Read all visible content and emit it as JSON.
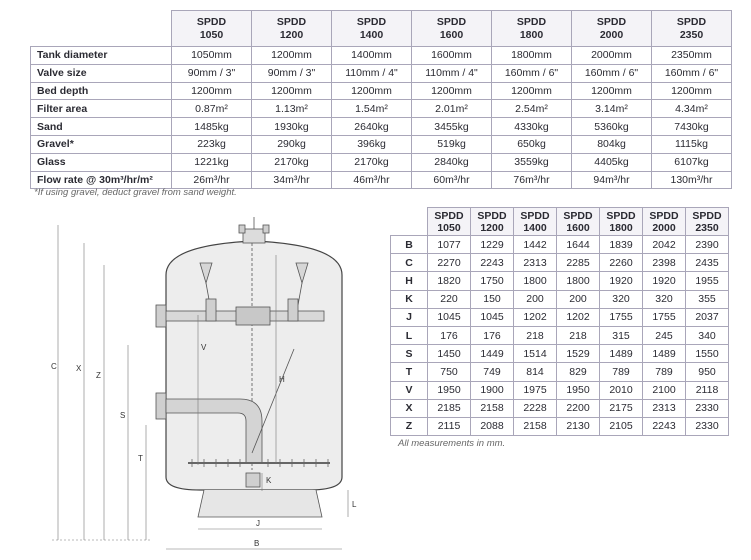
{
  "spec_table": {
    "columns": [
      {
        "l1": "SPDD",
        "l2": "1050"
      },
      {
        "l1": "SPDD",
        "l2": "1200"
      },
      {
        "l1": "SPDD",
        "l2": "1400"
      },
      {
        "l1": "SPDD",
        "l2": "1600"
      },
      {
        "l1": "SPDD",
        "l2": "1800"
      },
      {
        "l1": "SPDD",
        "l2": "2000"
      },
      {
        "l1": "SPDD",
        "l2": "2350"
      }
    ],
    "rows": [
      {
        "label": "Tank diameter",
        "values": [
          "1050mm",
          "1200mm",
          "1400mm",
          "1600mm",
          "1800mm",
          "2000mm",
          "2350mm"
        ]
      },
      {
        "label": "Valve size",
        "values": [
          "90mm / 3\"",
          "90mm / 3\"",
          "110mm / 4\"",
          "110mm / 4\"",
          "160mm / 6\"",
          "160mm / 6\"",
          "160mm / 6\""
        ]
      },
      {
        "label": "Bed depth",
        "values": [
          "1200mm",
          "1200mm",
          "1200mm",
          "1200mm",
          "1200mm",
          "1200mm",
          "1200mm"
        ]
      },
      {
        "label": "Filter area",
        "values": [
          "0.87m²",
          "1.13m²",
          "1.54m²",
          "2.01m²",
          "2.54m²",
          "3.14m²",
          "4.34m²"
        ]
      },
      {
        "label": "Sand",
        "values": [
          "1485kg",
          "1930kg",
          "2640kg",
          "3455kg",
          "4330kg",
          "5360kg",
          "7430kg"
        ]
      },
      {
        "label": "Gravel*",
        "values": [
          "223kg",
          "290kg",
          "396kg",
          "519kg",
          "650kg",
          "804kg",
          "1115kg"
        ]
      },
      {
        "label": "Glass",
        "values": [
          "1221kg",
          "2170kg",
          "2170kg",
          "2840kg",
          "3559kg",
          "4405kg",
          "6107kg"
        ]
      },
      {
        "label": "Flow rate @ 30m³/hr/m²",
        "values": [
          "26m³/hr",
          "34m³/hr",
          "46m³/hr",
          "60m³/hr",
          "76m³/hr",
          "94m³/hr",
          "130m³/hr"
        ]
      }
    ],
    "footnote": "*If using gravel, deduct gravel from sand weight."
  },
  "dims_table": {
    "columns": [
      {
        "l1": "SPDD",
        "l2": "1050"
      },
      {
        "l1": "SPDD",
        "l2": "1200"
      },
      {
        "l1": "SPDD",
        "l2": "1400"
      },
      {
        "l1": "SPDD",
        "l2": "1600"
      },
      {
        "l1": "SPDD",
        "l2": "1800"
      },
      {
        "l1": "SPDD",
        "l2": "2000"
      },
      {
        "l1": "SPDD",
        "l2": "2350"
      }
    ],
    "rows": [
      {
        "key": "B",
        "values": [
          "1077",
          "1229",
          "1442",
          "1644",
          "1839",
          "2042",
          "2390"
        ]
      },
      {
        "key": "C",
        "values": [
          "2270",
          "2243",
          "2313",
          "2285",
          "2260",
          "2398",
          "2435"
        ]
      },
      {
        "key": "H",
        "values": [
          "1820",
          "1750",
          "1800",
          "1800",
          "1920",
          "1920",
          "1955"
        ]
      },
      {
        "key": "K",
        "values": [
          "220",
          "150",
          "200",
          "200",
          "320",
          "320",
          "355"
        ]
      },
      {
        "key": "J",
        "values": [
          "1045",
          "1045",
          "1202",
          "1202",
          "1755",
          "1755",
          "2037"
        ]
      },
      {
        "key": "L",
        "values": [
          "176",
          "176",
          "218",
          "218",
          "315",
          "245",
          "340"
        ]
      },
      {
        "key": "S",
        "values": [
          "1450",
          "1449",
          "1514",
          "1529",
          "1489",
          "1489",
          "1550"
        ]
      },
      {
        "key": "T",
        "values": [
          "750",
          "749",
          "814",
          "829",
          "789",
          "789",
          "950"
        ]
      },
      {
        "key": "V",
        "values": [
          "1950",
          "1900",
          "1975",
          "1950",
          "2010",
          "2100",
          "2118"
        ]
      },
      {
        "key": "X",
        "values": [
          "2185",
          "2158",
          "2228",
          "2200",
          "2175",
          "2313",
          "2330"
        ]
      },
      {
        "key": "Z",
        "values": [
          "2115",
          "2088",
          "2158",
          "2130",
          "2105",
          "2243",
          "2330"
        ]
      }
    ],
    "footnote": "All measurements in mm."
  },
  "drawing": {
    "dimension_labels": [
      "C",
      "X",
      "Z",
      "S",
      "T",
      "V",
      "H",
      "K",
      "L",
      "J",
      "B"
    ]
  }
}
